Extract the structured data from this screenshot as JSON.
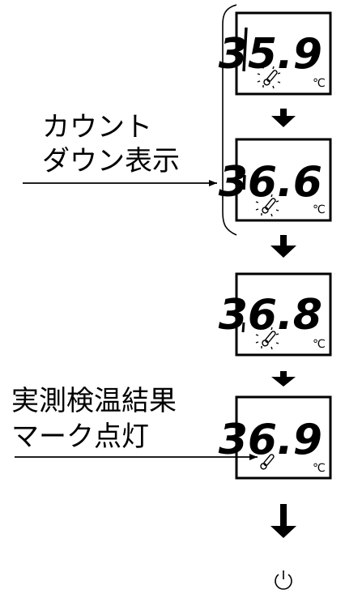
{
  "labels": {
    "countdown_line1": "カウント",
    "countdown_line2": "ダウン表示",
    "result_line1": "実測検温結果",
    "result_line2": "マーク点灯"
  },
  "displays": [
    {
      "reading": "35.9",
      "unit": "℃"
    },
    {
      "reading": "36.6",
      "unit": "℃"
    },
    {
      "reading": "36.8",
      "unit": "℃"
    },
    {
      "reading": "36.9",
      "unit": "℃"
    }
  ],
  "icons": {
    "thermometer": "thermometer-icon",
    "power": "power-icon",
    "flow_arrow": "down-arrow-icon"
  },
  "colors": {
    "ink": "#000000",
    "background": "#ffffff"
  }
}
